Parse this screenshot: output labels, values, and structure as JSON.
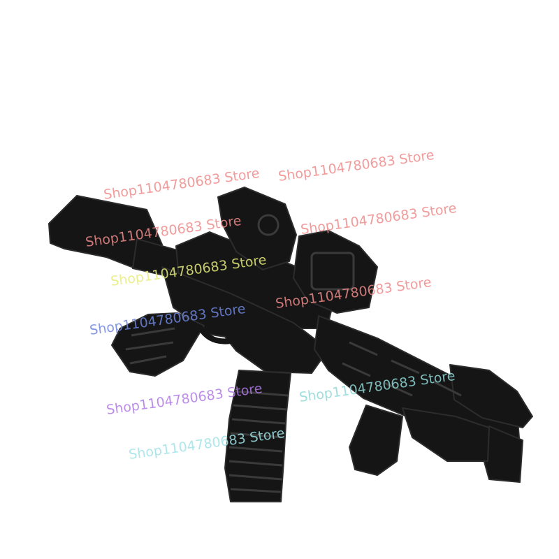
{
  "image": {
    "subject": "toy-rifle",
    "background_color": "#ffffff",
    "body_color": "#151515",
    "highlight_color": "#3a3a3a"
  },
  "watermarks": [
    {
      "text": "Shop1104780683 Store",
      "color": "#f08a8a"
    },
    {
      "text": "Shop1104780683 Store",
      "color": "#f08a8a"
    },
    {
      "text": "Shop1104780683 Store",
      "color": "#f08a8a"
    },
    {
      "text": "Shop1104780683 Store",
      "color": "#f08a8a"
    },
    {
      "text": "Shop1104780683 Store",
      "color": "#e7ec7a"
    },
    {
      "text": "Shop1104780683 Store",
      "color": "#f08a8a"
    },
    {
      "text": "Shop1104780683 Store",
      "color": "#6f86e0"
    },
    {
      "text": "Shop1104780683 Store",
      "color": "#b07ae8"
    },
    {
      "text": "Shop1104780683 Store",
      "color": "#8fd9d6"
    },
    {
      "text": "Shop1104780683 Store",
      "color": "#9fe3e8"
    }
  ]
}
